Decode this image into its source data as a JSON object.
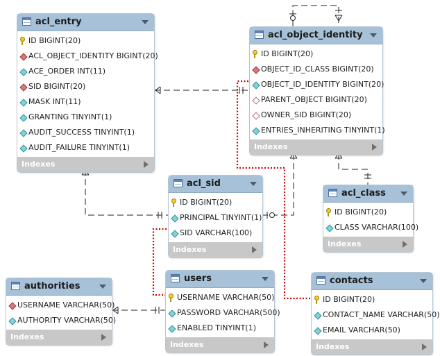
{
  "footer_label": "Indexes",
  "colors": {
    "header": "#a7c1d9",
    "footer": "#c8c8c8",
    "dashed_relationship": "#222222",
    "dotted_relationship": "#cc0000"
  },
  "tables": {
    "acl_entry": {
      "name": "acl_entry",
      "columns": [
        {
          "label": "ID BIGINT(20)",
          "icon": "key-icon"
        },
        {
          "label": "ACL_OBJECT_IDENTITY BIGINT(20)",
          "icon": "foreign-key-icon"
        },
        {
          "label": "ACE_ORDER INT(11)",
          "icon": "column-icon"
        },
        {
          "label": "SID BIGINT(20)",
          "icon": "foreign-key-icon"
        },
        {
          "label": "MASK INT(11)",
          "icon": "column-icon"
        },
        {
          "label": "GRANTING TINYINT(1)",
          "icon": "column-icon"
        },
        {
          "label": "AUDIT_SUCCESS TINYINT(1)",
          "icon": "column-icon"
        },
        {
          "label": "AUDIT_FAILURE TINYINT(1)",
          "icon": "column-icon"
        }
      ]
    },
    "acl_object_identity": {
      "name": "acl_object_identity",
      "columns": [
        {
          "label": "ID BIGINT(20)",
          "icon": "key-icon"
        },
        {
          "label": "OBJECT_ID_CLASS BIGINT(20)",
          "icon": "foreign-key-icon"
        },
        {
          "label": "OBJECT_ID_IDENTITY BIGINT(20)",
          "icon": "column-icon"
        },
        {
          "label": "PARENT_OBJECT BIGINT(20)",
          "icon": "nullable-foreign-key-icon"
        },
        {
          "label": "OWNER_SID BIGINT(20)",
          "icon": "nullable-foreign-key-icon"
        },
        {
          "label": "ENTRIES_INHERITING TINYINT(1)",
          "icon": "column-icon"
        }
      ]
    },
    "acl_sid": {
      "name": "acl_sid",
      "columns": [
        {
          "label": "ID BIGINT(20)",
          "icon": "key-icon"
        },
        {
          "label": "PRINCIPAL TINYINT(1)",
          "icon": "column-icon"
        },
        {
          "label": "SID VARCHAR(100)",
          "icon": "column-icon"
        }
      ]
    },
    "acl_class": {
      "name": "acl_class",
      "columns": [
        {
          "label": "ID BIGINT(20)",
          "icon": "key-icon"
        },
        {
          "label": "CLASS VARCHAR(100)",
          "icon": "column-icon"
        }
      ]
    },
    "authorities": {
      "name": "authorities",
      "columns": [
        {
          "label": "USERNAME VARCHAR(50)",
          "icon": "foreign-key-icon"
        },
        {
          "label": "AUTHORITY VARCHAR(50)",
          "icon": "column-icon"
        }
      ]
    },
    "users": {
      "name": "users",
      "columns": [
        {
          "label": "USERNAME VARCHAR(50)",
          "icon": "key-icon"
        },
        {
          "label": "PASSWORD VARCHAR(500)",
          "icon": "column-icon"
        },
        {
          "label": "ENABLED TINYINT(1)",
          "icon": "column-icon"
        }
      ]
    },
    "contacts": {
      "name": "contacts",
      "columns": [
        {
          "label": "ID BIGINT(20)",
          "icon": "key-icon"
        },
        {
          "label": "CONTACT_NAME VARCHAR(50)",
          "icon": "column-icon"
        },
        {
          "label": "EMAIL VARCHAR(50)",
          "icon": "column-icon"
        }
      ]
    }
  }
}
